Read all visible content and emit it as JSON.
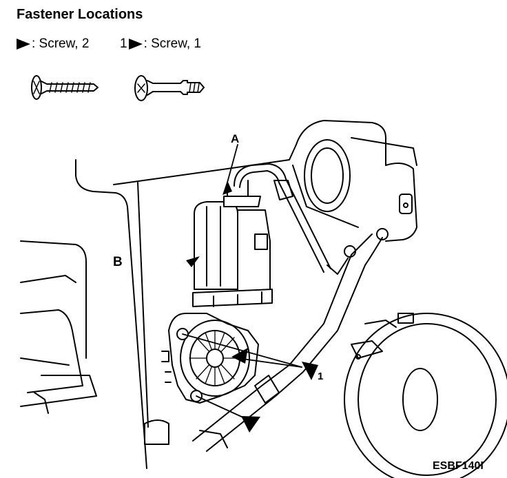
{
  "header": {
    "title": "Fastener Locations"
  },
  "legend": [
    {
      "prefix": "",
      "text": ": Screw, 2"
    },
    {
      "prefix": "1",
      "text": ": Screw, 1"
    }
  ],
  "callouts": {
    "a": "A",
    "b": "B",
    "one": "1"
  },
  "figure_code": "ESBF140I"
}
